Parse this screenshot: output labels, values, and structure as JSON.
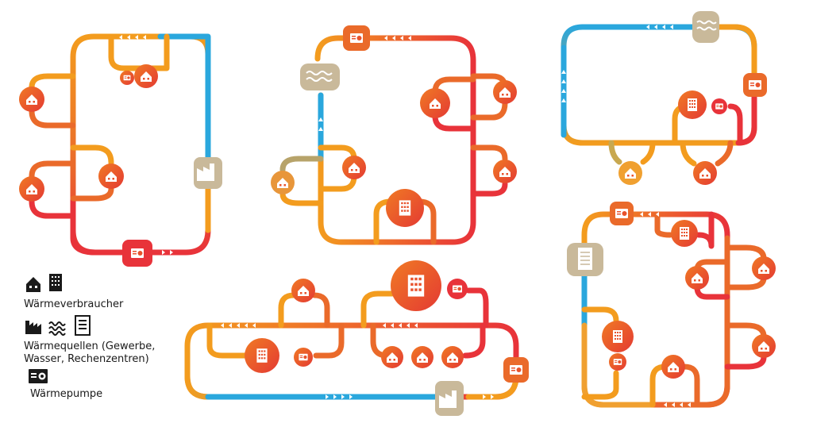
{
  "legend": {
    "consumers_label": "Wärmeverbraucher",
    "sources_label_line1": "Wärmequellen (Gewerbe,",
    "sources_label_line2": "Wasser, Rechenzentren)",
    "heatpump_label": "Wärmepumpe"
  },
  "icons": {
    "house": "house-icon",
    "apartment": "apartment-building-icon",
    "factory": "factory-icon",
    "water": "water-waves-icon",
    "datacenter": "datacenter-icon",
    "heatpump": "heat-pump-icon"
  },
  "colors": {
    "cold": "#2aa7dd",
    "warm": "#f39c1e",
    "hot": "#e8333a",
    "node": "#e8522c",
    "legend_icon": "#1a1a1a"
  }
}
